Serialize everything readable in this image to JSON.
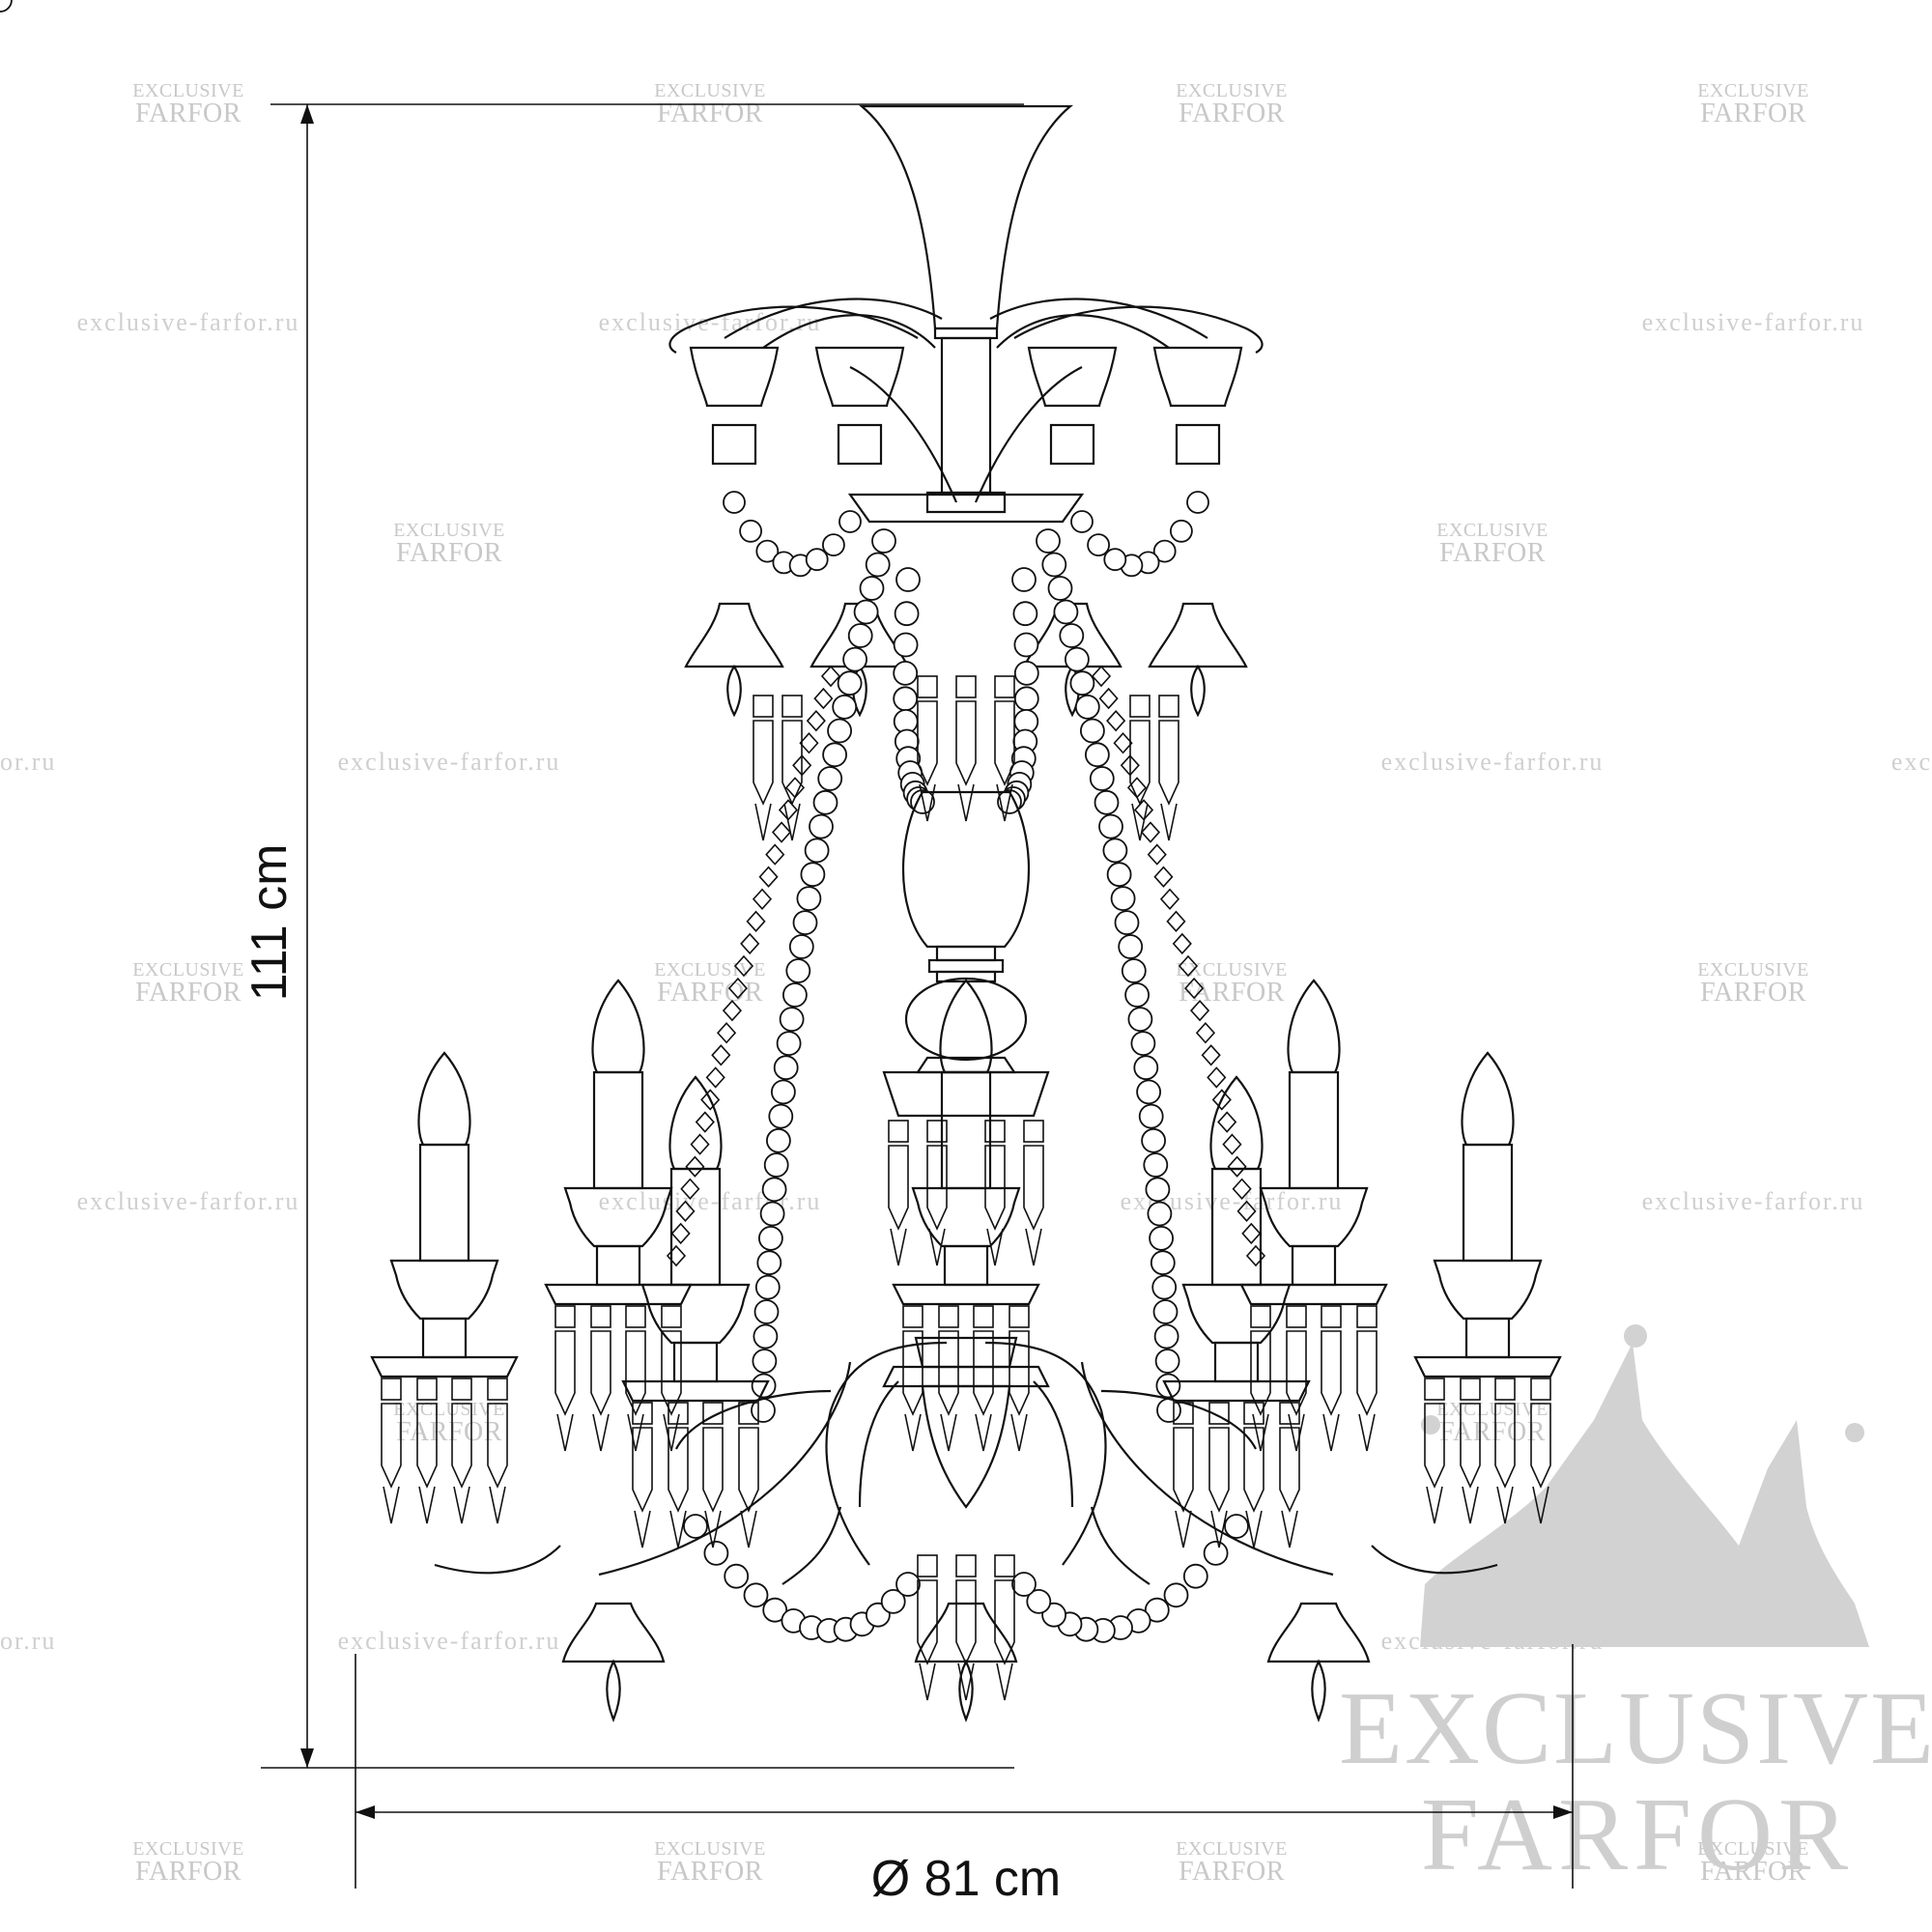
{
  "dimensions": {
    "height_label": "111 cm",
    "diameter_label": "Ø 81 cm"
  },
  "watermarks": {
    "small_logo_line1": "EXCLUSIVE",
    "small_logo_line2": "FARFOR",
    "url": "exclusive-farfor.ru",
    "url_fragment_left": "or.ru",
    "url_fragment_right": "exc"
  },
  "brand": {
    "line1": "EXCLUSIVE",
    "line2": "FARFOR",
    "color": "#cfcfcf"
  },
  "colors": {
    "ink": "#111111",
    "watermark": "#c8c8c8"
  },
  "icons": [
    "crown-icon"
  ]
}
